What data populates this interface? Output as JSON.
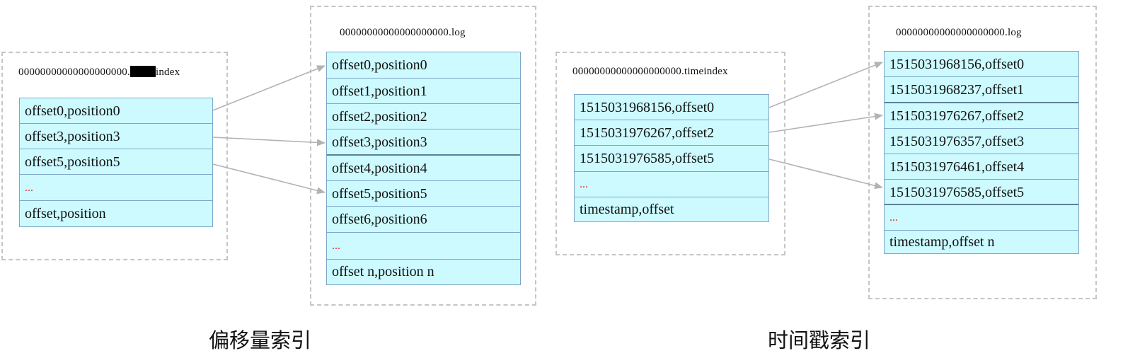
{
  "offset_index": {
    "index_file": {
      "name_prefix": "00000000000000000000.",
      "name_suffix": "index",
      "rows": [
        "offset0,position0",
        "offset3,position3",
        "offset5,position5",
        "...",
        "offset,position"
      ]
    },
    "log_file": {
      "name": "00000000000000000000.log",
      "rows": [
        "offset0,position0",
        "offset1,position1",
        "offset2,position2",
        "offset3,position3",
        "offset4,position4",
        "offset5,position5",
        "offset6,position6",
        "...",
        "offset n,position n"
      ]
    },
    "caption": "偏移量索引"
  },
  "time_index": {
    "index_file": {
      "name": "00000000000000000000.timeindex",
      "rows": [
        "1515031968156,offset0",
        "1515031976267,offset2",
        "1515031976585,offset5",
        "...",
        "timestamp,offset"
      ]
    },
    "log_file": {
      "name": "00000000000000000000.log",
      "rows": [
        "1515031968156,offset0",
        "1515031968237,offset1",
        "1515031976267,offset2",
        "1515031976357,offset3",
        "1515031976461,offset4",
        "1515031976585,offset5",
        "...",
        "timestamp,offset n"
      ]
    },
    "caption": "时间戳索引"
  },
  "colors": {
    "row_fill": "#ccfaff",
    "row_border": "#7fa6c7",
    "ellipsis": "#e0302a",
    "arrow": "#b3b3b3",
    "panel_border": "#c6c6c6"
  }
}
